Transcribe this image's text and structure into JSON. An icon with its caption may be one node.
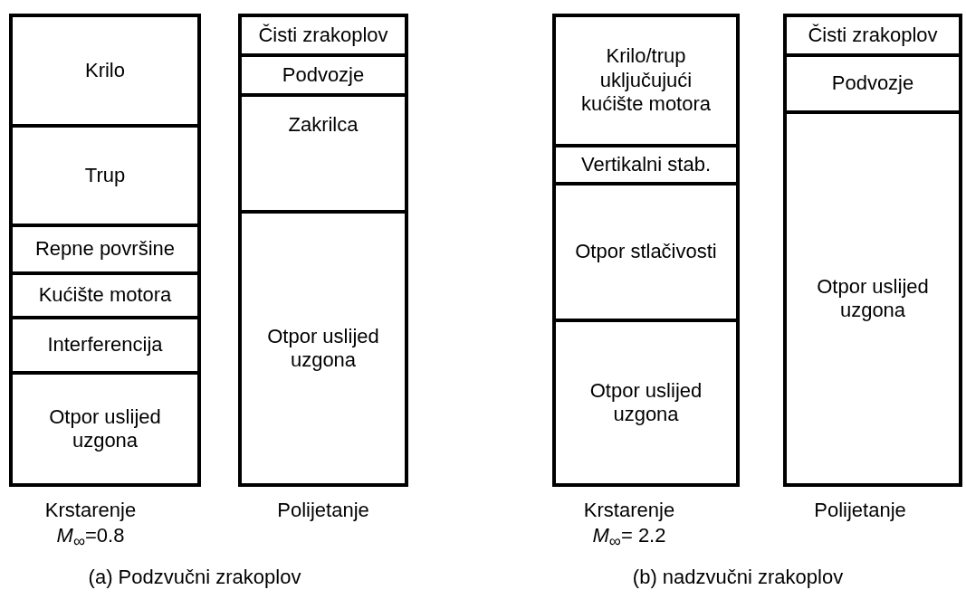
{
  "diagram": {
    "nodes": [
      {
        "text": [],
        "shape": "box",
        "beside": [
          "Krstarenje",
          "*M*$_{∞}$=0.8"
        ]
      },
      {
        "text": [
          "Krilo"
        ],
        "in": 0
      },
      {
        "text": [
          "Trup"
        ],
        "in": 0
      },
      {
        "text": [
          "Repne površine"
        ],
        "in": 0
      },
      {
        "text": [
          "Kućište motora"
        ],
        "in": 0
      },
      {
        "text": [
          "Interferencija"
        ],
        "in": 0
      },
      {
        "text": [
          "Otpor uslijed uzgona"
        ],
        "in": 0
      },
      {
        "text": [],
        "shape": "box",
        "beside": [
          "Polijetanje"
        ]
      },
      {
        "text": [
          "Čisti zrakoplov"
        ],
        "in": 7
      },
      {
        "text": [
          "Podvozje"
        ],
        "in": 7
      },
      {
        "text": [
          "Zakrilca"
        ],
        "in": 7
      },
      {
        "text": [
          "Otpor uslijed uzgona"
        ],
        "in": 7
      },
      {
        "text": [],
        "shape": "box",
        "beside": [
          "Krstarenje",
          "*M*$_{∞}$= 2.2"
        ]
      },
      {
        "text": [
          "Krilo/trup uključujući kućište motora"
        ],
        "in": 12
      },
      {
        "text": [
          "Vertikalni stab."
        ],
        "in": 12
      },
      {
        "text": [
          "Otpor stlačivosti"
        ],
        "in": 12
      },
      {
        "text": [
          "Otpor uslijed uzgona"
        ],
        "in": 12
      },
      {
        "text": [],
        "shape": "box",
        "beside": [
          "Polijetanje"
        ]
      },
      {
        "text": [
          "Čisti zrakoplov"
        ],
        "in": 17
      },
      {
        "text": [
          "Podvozje"
        ],
        "in": 17
      },
      {
        "text": [
          "Otpor uslijed uzgona"
        ],
        "in": 17
      }
    ],
    "labels": [
      "(a) Podzvučni zrakoplov",
      "(b) nadzvučni zrakoplov"
    ]
  }
}
